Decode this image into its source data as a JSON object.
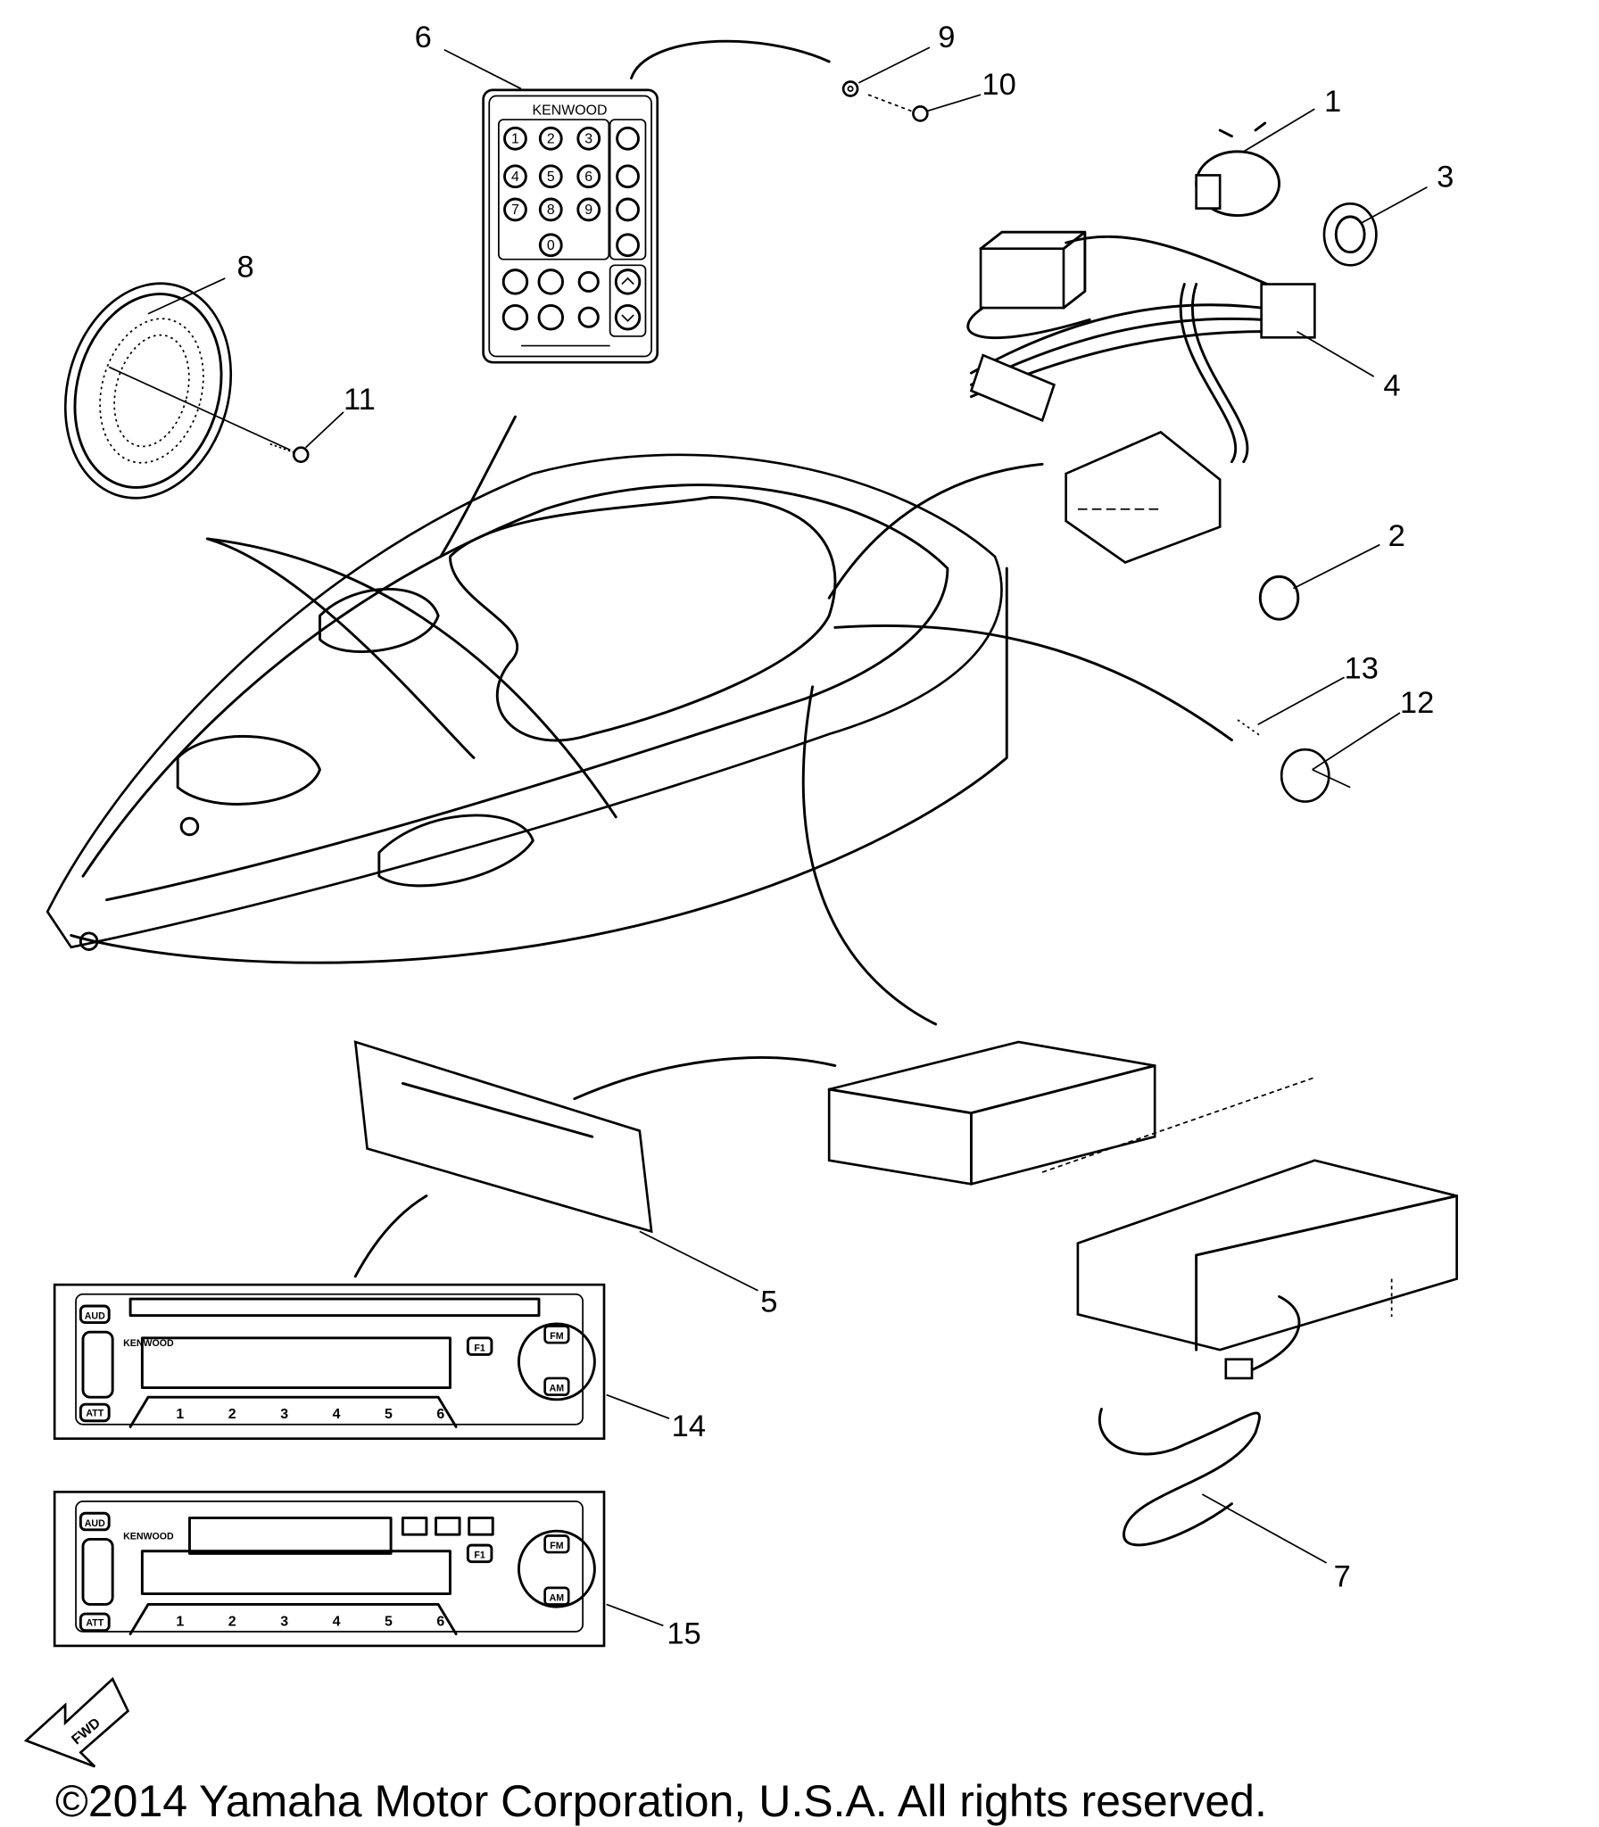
{
  "diagram": {
    "callouts": [
      "1",
      "2",
      "3",
      "4",
      "5",
      "6",
      "7",
      "8",
      "9",
      "10",
      "11",
      "12",
      "13",
      "14",
      "15"
    ],
    "remote": {
      "brand": "KENWOOD",
      "digits": [
        "1",
        "2",
        "3",
        "4",
        "5",
        "6",
        "7",
        "8",
        "9",
        "0"
      ]
    },
    "radio": {
      "brand": "KENWOOD",
      "aud": "AUD",
      "att": "ATT",
      "f1": "F1",
      "fm": "FM",
      "am": "AM",
      "presets": [
        "1",
        "2",
        "3",
        "4",
        "5",
        "6"
      ]
    },
    "fwd_label": "FWD"
  },
  "footer": {
    "copyright": "©2014 Yamaha Motor Corporation, U.S.A. All rights reserved."
  }
}
